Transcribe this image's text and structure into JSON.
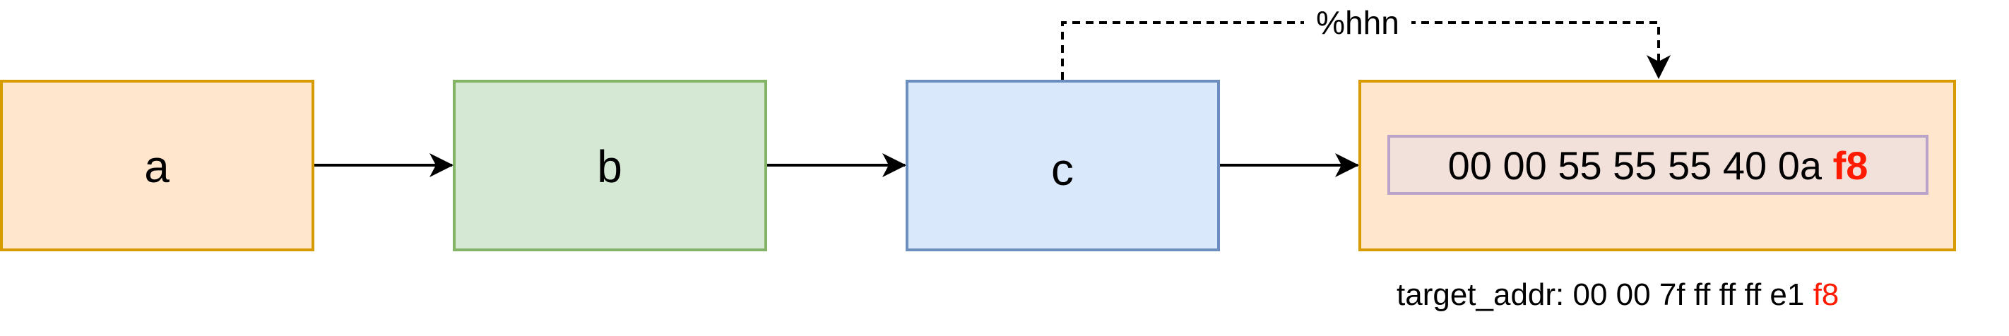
{
  "nodes": {
    "a": {
      "label": "a",
      "fill": "#ffe6cc",
      "stroke": "#d79b00"
    },
    "b": {
      "label": "b",
      "fill": "#d5e8d4",
      "stroke": "#82b366"
    },
    "c": {
      "label": "c",
      "fill": "#dae8fc",
      "stroke": "#6c8ebf"
    },
    "target": {
      "fill": "#ffe6cc",
      "stroke": "#d79b00"
    }
  },
  "memory": {
    "prefix": "00 00 55 55 55 40 0a ",
    "highlight": "f8",
    "fill": "#f2e0da",
    "stroke": "#b9a3c8",
    "highlight_color": "#ff1a00"
  },
  "edge_label": "%hhn",
  "caption": {
    "prefix": "target_addr: 00 00 7f ff ff ff e1 ",
    "highlight": "f8"
  }
}
